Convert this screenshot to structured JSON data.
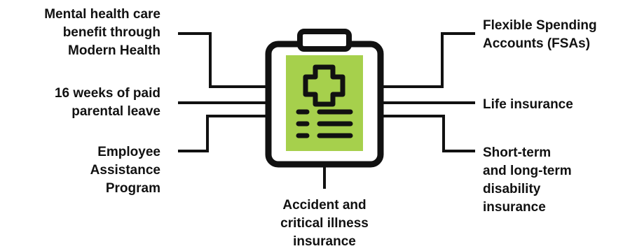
{
  "colors": {
    "ink": "#111111",
    "accent": "#a6d04c",
    "background": "#ffffff"
  },
  "icon": "clipboard-medical-cross-icon",
  "benefits": {
    "mental_health": "Mental health care\nbenefit through\nModern Health",
    "parental_leave": "16 weeks of paid\nparental leave",
    "eap": "Employee\nAssistance\nProgram",
    "accident": "Accident and\ncritical illness\ninsurance",
    "fsa": "Flexible Spending\nAccounts (FSAs)",
    "life": "Life insurance",
    "disability": "Short-term\nand long-term\ndisability\ninsurance"
  }
}
